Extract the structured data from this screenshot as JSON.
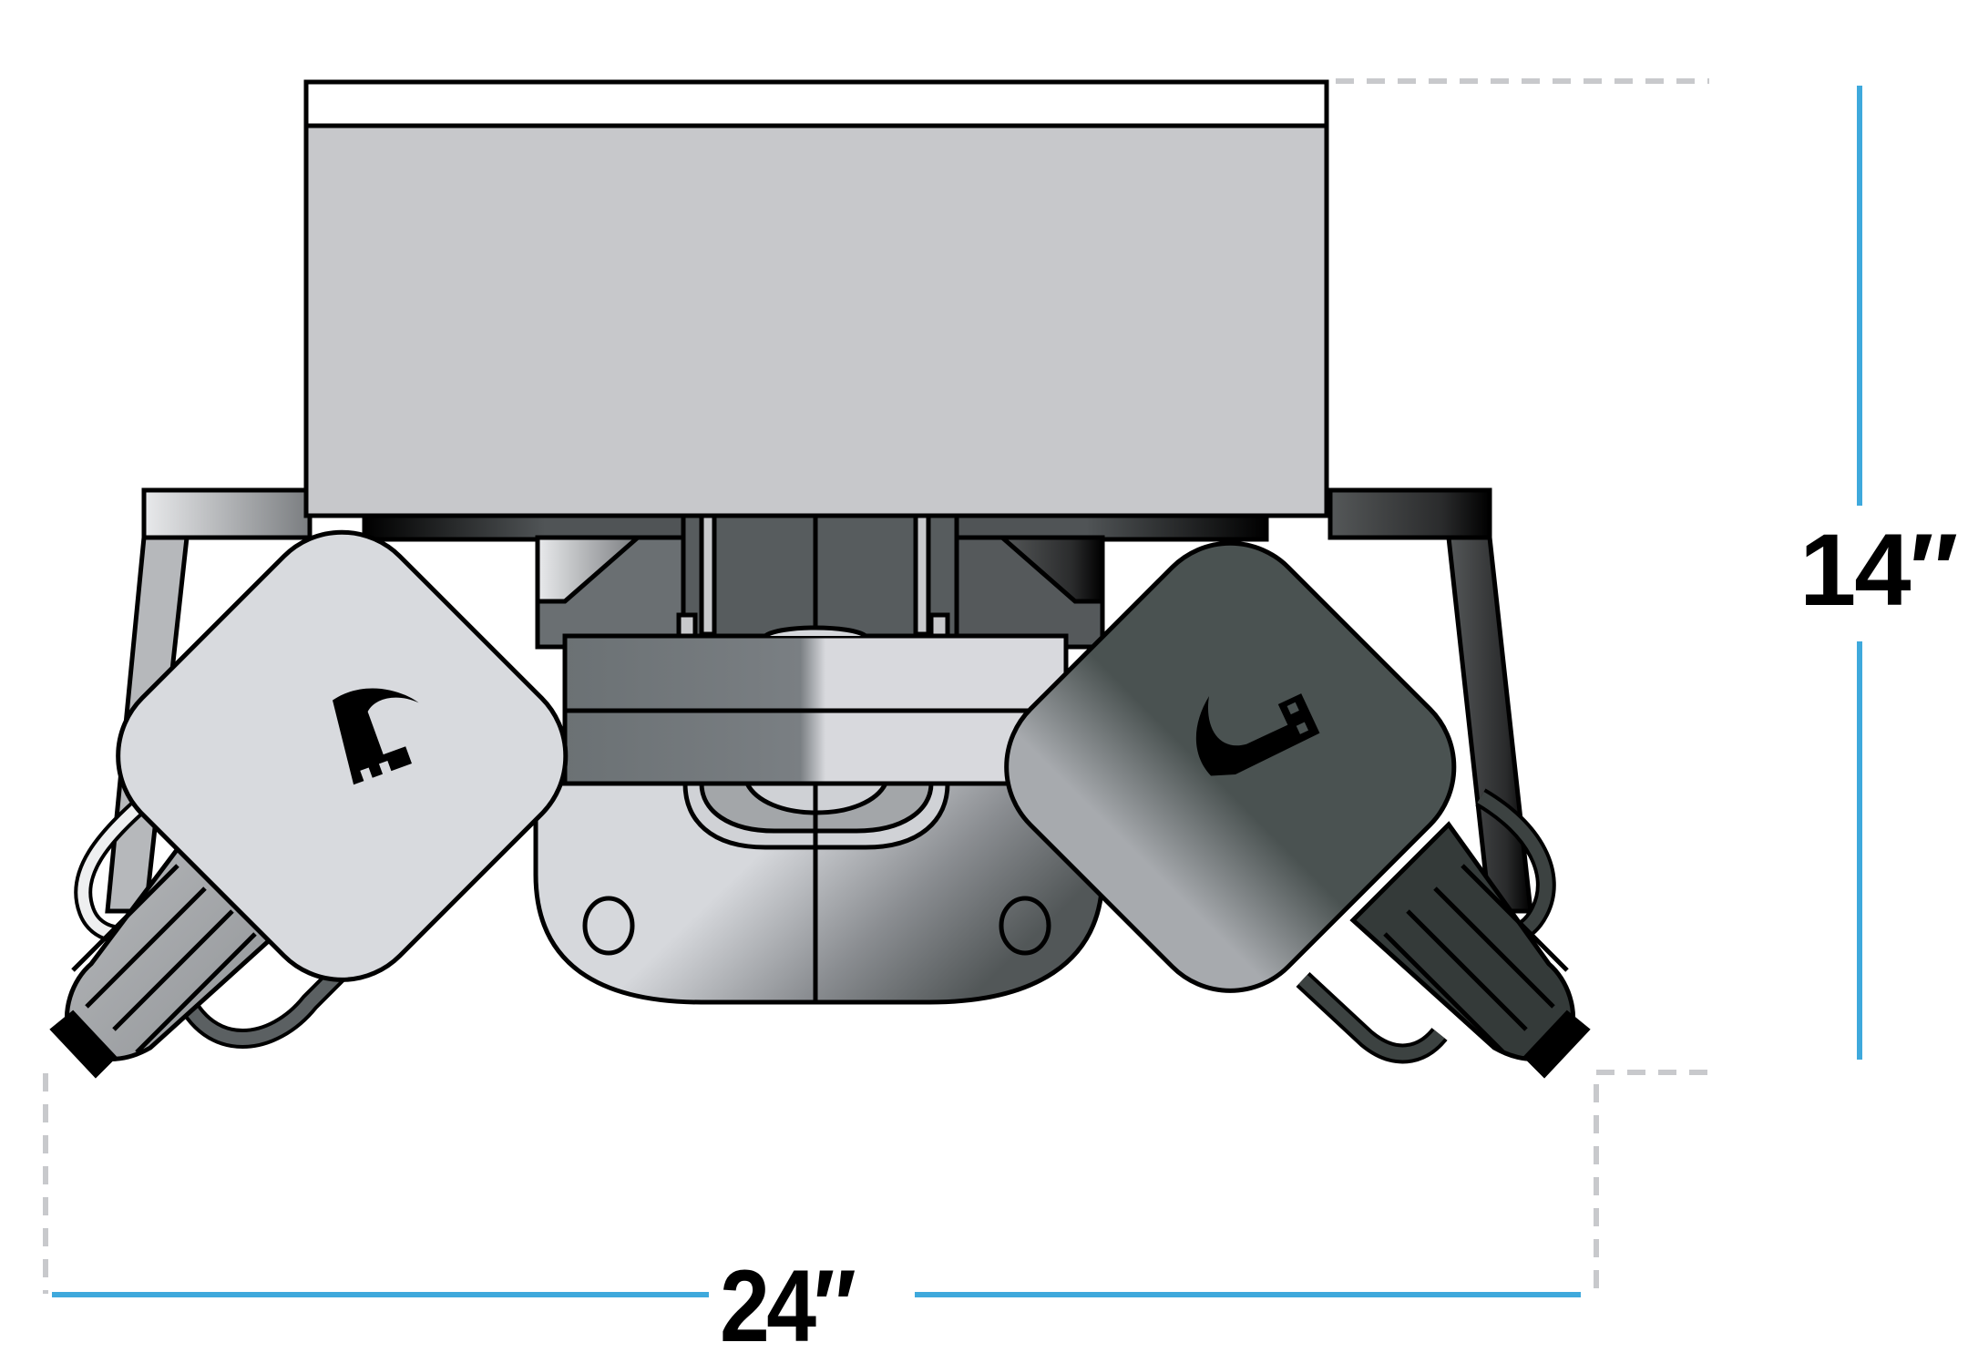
{
  "diagram": {
    "subject": "machine head assembly, front view",
    "dimensions": {
      "width": {
        "label": "24″",
        "value": 24,
        "unit": "in"
      },
      "height": {
        "label": "14″",
        "value": 14,
        "unit": "in"
      }
    },
    "components": [
      {
        "name": "top housing box"
      },
      {
        "name": "support frame"
      },
      {
        "name": "left throwing wheel (light)"
      },
      {
        "name": "right throwing wheel (dark)"
      },
      {
        "name": "center hub bracket"
      },
      {
        "name": "left motor"
      },
      {
        "name": "right motor"
      }
    ],
    "colors": {
      "dimension_line": "#3fa9dc",
      "extension_line": "#c8c9cc",
      "housing_fill": "#c7c8cb",
      "housing_cap": "#ffffff",
      "left_wheel_fill": "#d8dade",
      "right_wheel_fill": "#4a5251",
      "outline": "#000000"
    }
  }
}
